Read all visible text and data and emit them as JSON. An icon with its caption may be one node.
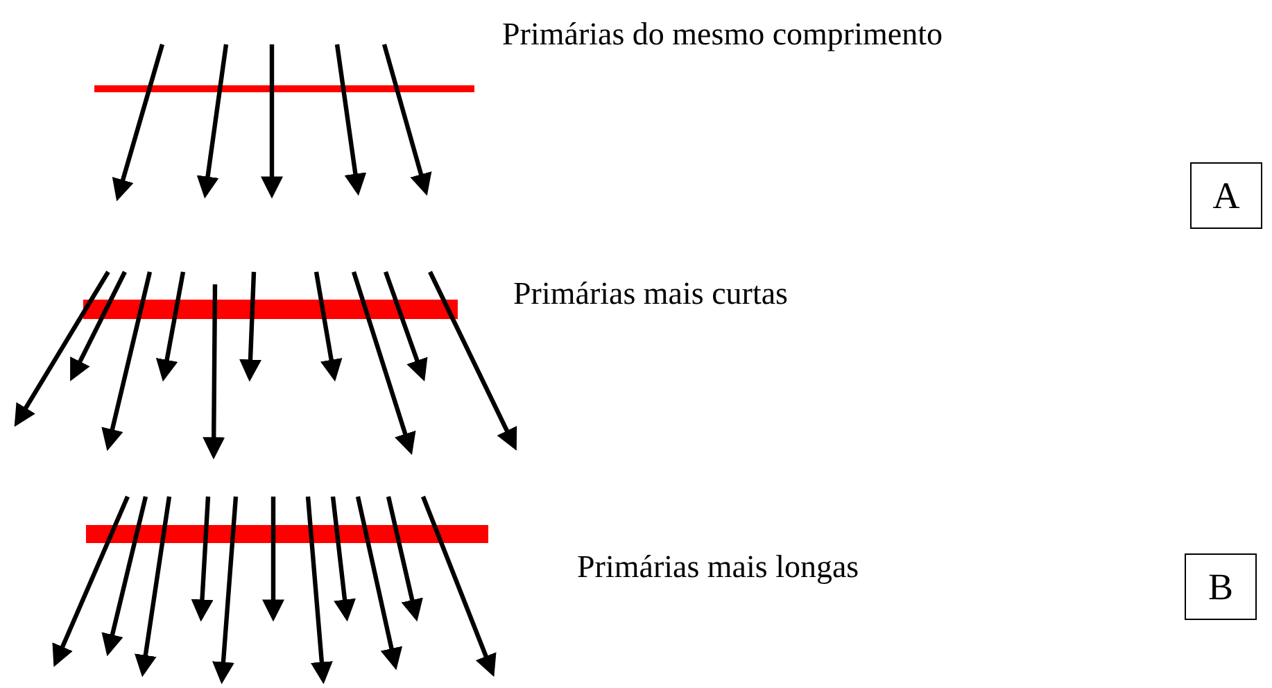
{
  "diagram": {
    "nodes": [
      {
        "text": [
          "A"
        ]
      },
      {
        "text": [
          "B"
        ]
      }
    ],
    "edges": [],
    "labels": [
      "Primárias do mesmo comprimento",
      "Primárias mais curtas",
      "Primárias mais longas"
    ]
  }
}
